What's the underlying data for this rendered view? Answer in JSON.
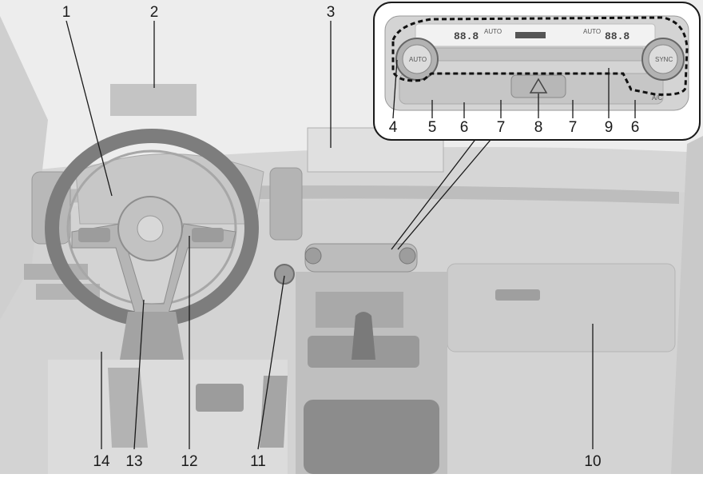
{
  "callouts": [
    {
      "id": "1",
      "label": "1"
    },
    {
      "id": "2",
      "label": "2"
    },
    {
      "id": "3",
      "label": "3"
    },
    {
      "id": "4",
      "label": "4"
    },
    {
      "id": "5",
      "label": "5"
    },
    {
      "id": "6a",
      "label": "6"
    },
    {
      "id": "7a",
      "label": "7"
    },
    {
      "id": "8",
      "label": "8"
    },
    {
      "id": "7b",
      "label": "7"
    },
    {
      "id": "9",
      "label": "9"
    },
    {
      "id": "6b",
      "label": "6"
    },
    {
      "id": "10",
      "label": "10"
    },
    {
      "id": "11",
      "label": "11"
    },
    {
      "id": "12",
      "label": "12"
    },
    {
      "id": "13",
      "label": "13"
    },
    {
      "id": "14",
      "label": "14"
    }
  ],
  "climate_panel": {
    "left_temp": "88.8",
    "right_temp": "88.8",
    "auto_top_left": "AUTO",
    "auto_top_right": "AUTO",
    "knob_left": "AUTO",
    "knob_right": "SYNC",
    "ac_label": "A/C"
  },
  "colors": {
    "body": "#d9d9d9",
    "dark": "#8a8a8a",
    "line": "#1a1a1a",
    "panel": "#c8c8c8"
  }
}
